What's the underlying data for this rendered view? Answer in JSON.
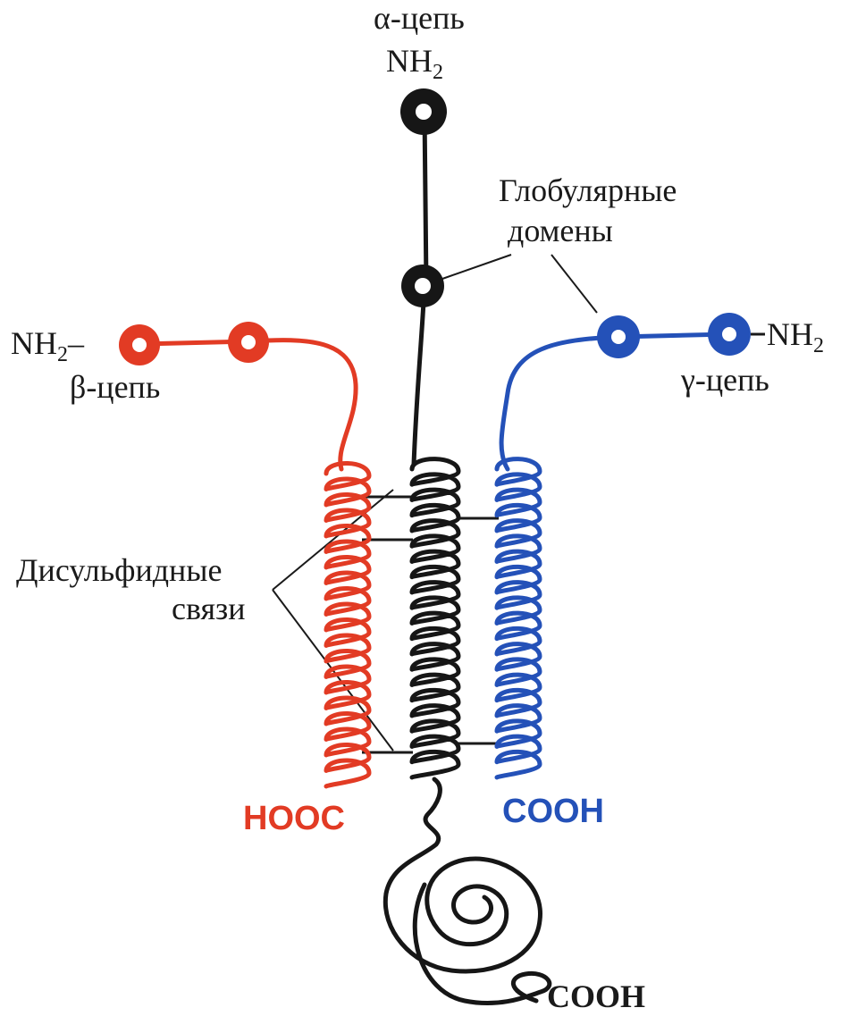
{
  "colors": {
    "alpha": "#161616",
    "beta": "#e23b24",
    "gamma": "#2451b8",
    "text": "#1a1a1a"
  },
  "labels": {
    "alpha_chain": "α-цепь",
    "beta_chain": "β-цепь",
    "gamma_chain": "γ-цепь",
    "nh": "NH",
    "nh_sub": "2",
    "nh_dash_left": "NH",
    "nh_dash_right": "NH",
    "globular_line1": "Глобулярные",
    "globular_line2": "домены",
    "disulfide_line1": "Дисульфидные",
    "disulfide_line2": "связи",
    "beta_cterm": "HOOC",
    "gamma_cterm": "COOH",
    "alpha_cterm": "COOH"
  }
}
